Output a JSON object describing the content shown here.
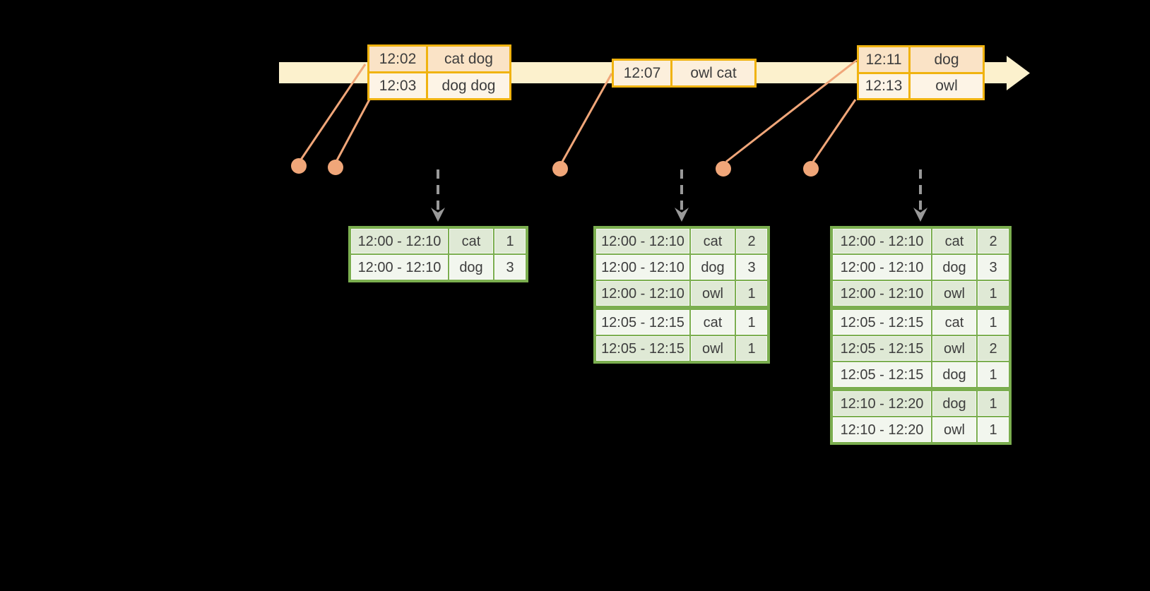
{
  "colors": {
    "background": "#000000",
    "timeline_fill": "#FCF1CD",
    "event_border": "#F0B310",
    "event_fill_peach": "#FAE3C6",
    "event_fill_cream": "#FDF4E6",
    "event_fill_light": "#FCEFDC",
    "marker": "#F0A679",
    "trigger_arrow": "#999999",
    "table_border": "#7BAE4F",
    "table_row_tint": "#DFE9D5",
    "table_row_light": "#F2F6EE",
    "text": "#3D3D3D"
  },
  "events": [
    {
      "rows": [
        {
          "time": "12:02",
          "words": "cat dog"
        },
        {
          "time": "12:03",
          "words": "dog dog"
        }
      ]
    },
    {
      "rows": [
        {
          "time": "12:07",
          "words": "owl cat"
        }
      ]
    },
    {
      "rows": [
        {
          "time": "12:11",
          "words": "dog"
        },
        {
          "time": "12:13",
          "words": "owl"
        }
      ]
    }
  ],
  "tables": [
    {
      "rows": [
        {
          "window": "12:00 - 12:10",
          "word": "cat",
          "count": 1
        },
        {
          "window": "12:00 - 12:10",
          "word": "dog",
          "count": 3
        }
      ]
    },
    {
      "rows": [
        {
          "window": "12:00 - 12:10",
          "word": "cat",
          "count": 2
        },
        {
          "window": "12:00 - 12:10",
          "word": "dog",
          "count": 3
        },
        {
          "window": "12:00 - 12:10",
          "word": "owl",
          "count": 1
        },
        {
          "window": "12:05 - 12:15",
          "word": "cat",
          "count": 1
        },
        {
          "window": "12:05 - 12:15",
          "word": "owl",
          "count": 1
        }
      ]
    },
    {
      "rows": [
        {
          "window": "12:00 - 12:10",
          "word": "cat",
          "count": 2
        },
        {
          "window": "12:00 - 12:10",
          "word": "dog",
          "count": 3
        },
        {
          "window": "12:00 - 12:10",
          "word": "owl",
          "count": 1
        },
        {
          "window": "12:05 - 12:15",
          "word": "cat",
          "count": 1
        },
        {
          "window": "12:05 - 12:15",
          "word": "owl",
          "count": 2
        },
        {
          "window": "12:05 - 12:15",
          "word": "dog",
          "count": 1
        },
        {
          "window": "12:10 - 12:20",
          "word": "dog",
          "count": 1
        },
        {
          "window": "12:10 - 12:20",
          "word": "owl",
          "count": 1
        }
      ]
    }
  ]
}
